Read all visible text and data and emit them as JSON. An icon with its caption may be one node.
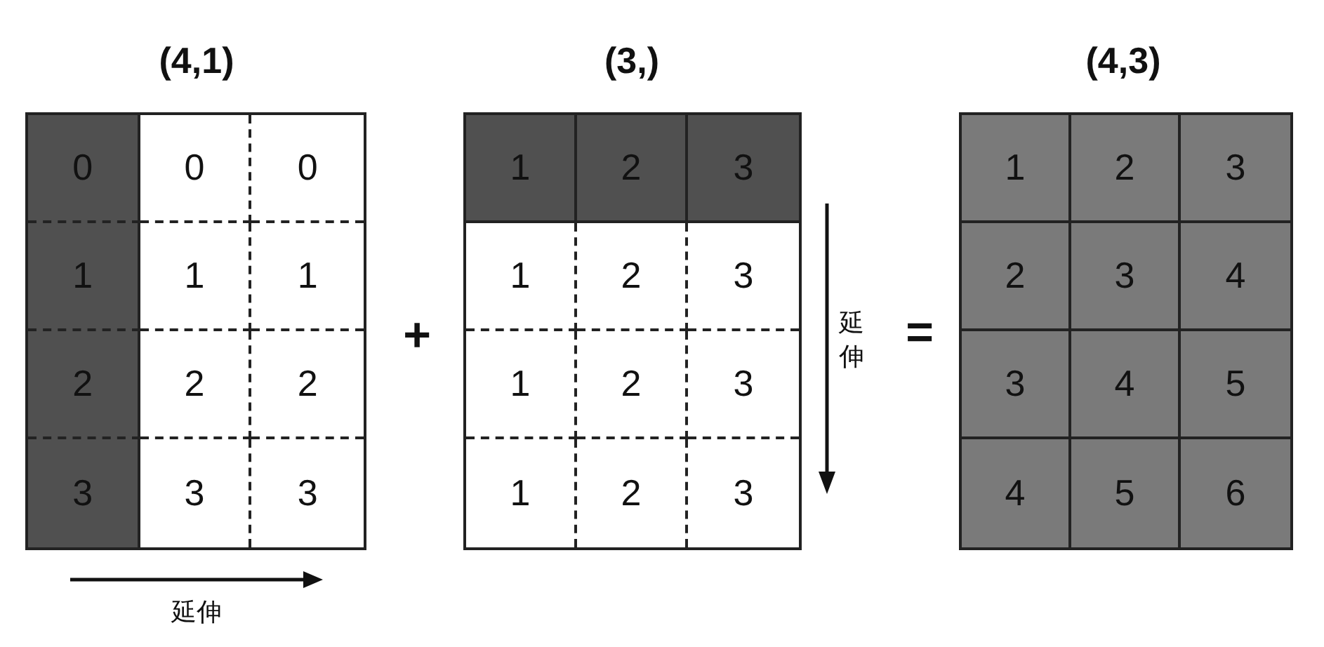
{
  "diagram": {
    "labels": [
      "(4,1)",
      "(3,)",
      "(4,3)",
      "0",
      "0",
      "0",
      "1",
      "1",
      "1",
      "2",
      "2",
      "2",
      "3",
      "3",
      "3",
      "+",
      "1",
      "2",
      "3",
      "1",
      "2",
      "3",
      "1",
      "2",
      "3",
      "1",
      "2",
      "3",
      "延伸",
      "=",
      "1",
      "2",
      "3",
      "2",
      "3",
      "4",
      "3",
      "4",
      "5",
      "4",
      "5",
      "6",
      "延伸"
    ]
  }
}
